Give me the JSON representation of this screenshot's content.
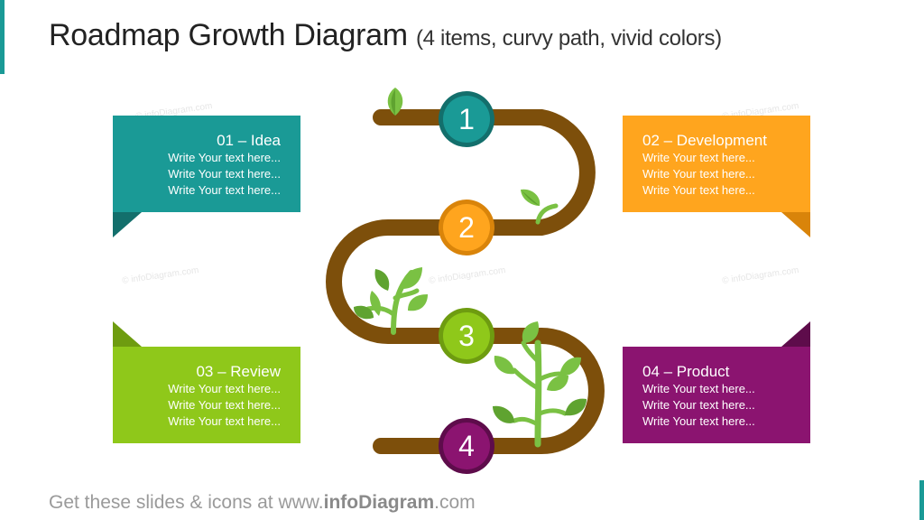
{
  "header": {
    "title": "Roadmap Growth Diagram",
    "subtitle": "(4 items, curvy path, vivid colors)"
  },
  "steps": [
    {
      "number": "1",
      "heading": "01 – Idea",
      "color": "#1a9a96",
      "dark": "#136f6c",
      "lines": [
        "Write Your text here...",
        "Write Your text here...",
        "Write Your text here..."
      ]
    },
    {
      "number": "2",
      "heading": "02 – Development",
      "color": "#ffa51e",
      "dark": "#d9840a",
      "lines": [
        "Write Your text here...",
        "Write Your text here...",
        "Write Your text here..."
      ]
    },
    {
      "number": "3",
      "heading": "03 – Review",
      "color": "#8fc81a",
      "dark": "#6e9c10",
      "lines": [
        "Write Your text here...",
        "Write Your text here...",
        "Write Your text here..."
      ]
    },
    {
      "number": "4",
      "heading": "04 – Product",
      "color": "#8b1470",
      "dark": "#5e0c4b",
      "lines": [
        "Write Your text here...",
        "Write Your text here...",
        "Write Your text here..."
      ]
    }
  ],
  "path_color": "#7d4f0b",
  "leaf_color": "#7ac143",
  "watermark": "© infoDiagram.com",
  "footer": {
    "prefix": "Get these slides & icons at www.",
    "brand": "infoDiagram",
    "suffix": ".com"
  }
}
